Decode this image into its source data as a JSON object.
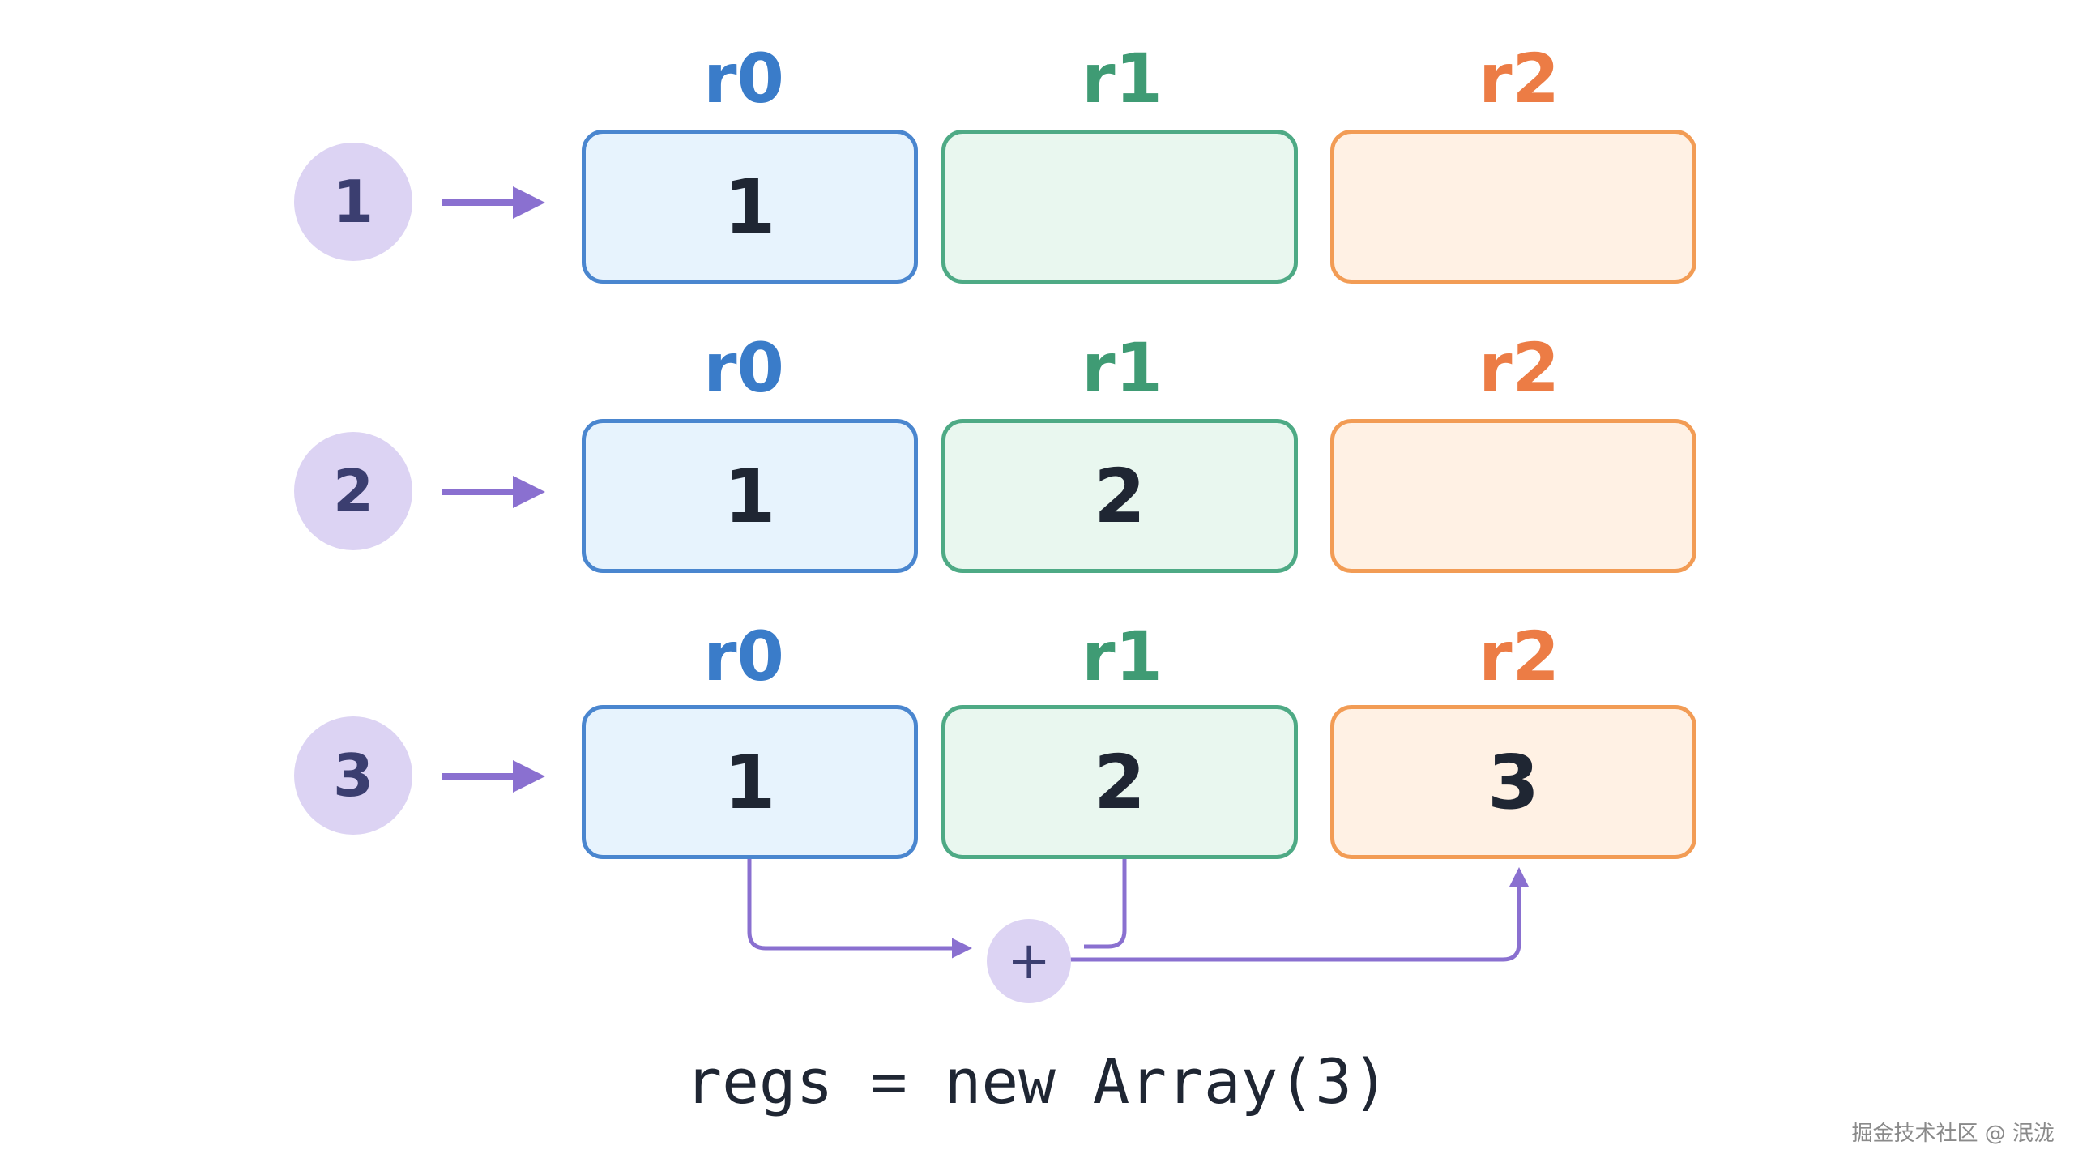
{
  "colors": {
    "r0": "#3a7cc9",
    "r1": "#3f9b74",
    "r2": "#ec7c45",
    "accent_purple": "#8a70d0",
    "step_circle": "#dcd3f3"
  },
  "rows": [
    {
      "step": "1",
      "registers": [
        {
          "label": "r0",
          "value": "1"
        },
        {
          "label": "r1",
          "value": ""
        },
        {
          "label": "r2",
          "value": ""
        }
      ]
    },
    {
      "step": "2",
      "registers": [
        {
          "label": "r0",
          "value": "1"
        },
        {
          "label": "r1",
          "value": "2"
        },
        {
          "label": "r2",
          "value": ""
        }
      ]
    },
    {
      "step": "3",
      "registers": [
        {
          "label": "r0",
          "value": "1"
        },
        {
          "label": "r1",
          "value": "2"
        },
        {
          "label": "r2",
          "value": "3"
        }
      ]
    }
  ],
  "operator": "+",
  "code": "regs = new Array(3)",
  "watermark": "掘金技术社区 @ 泯泷"
}
